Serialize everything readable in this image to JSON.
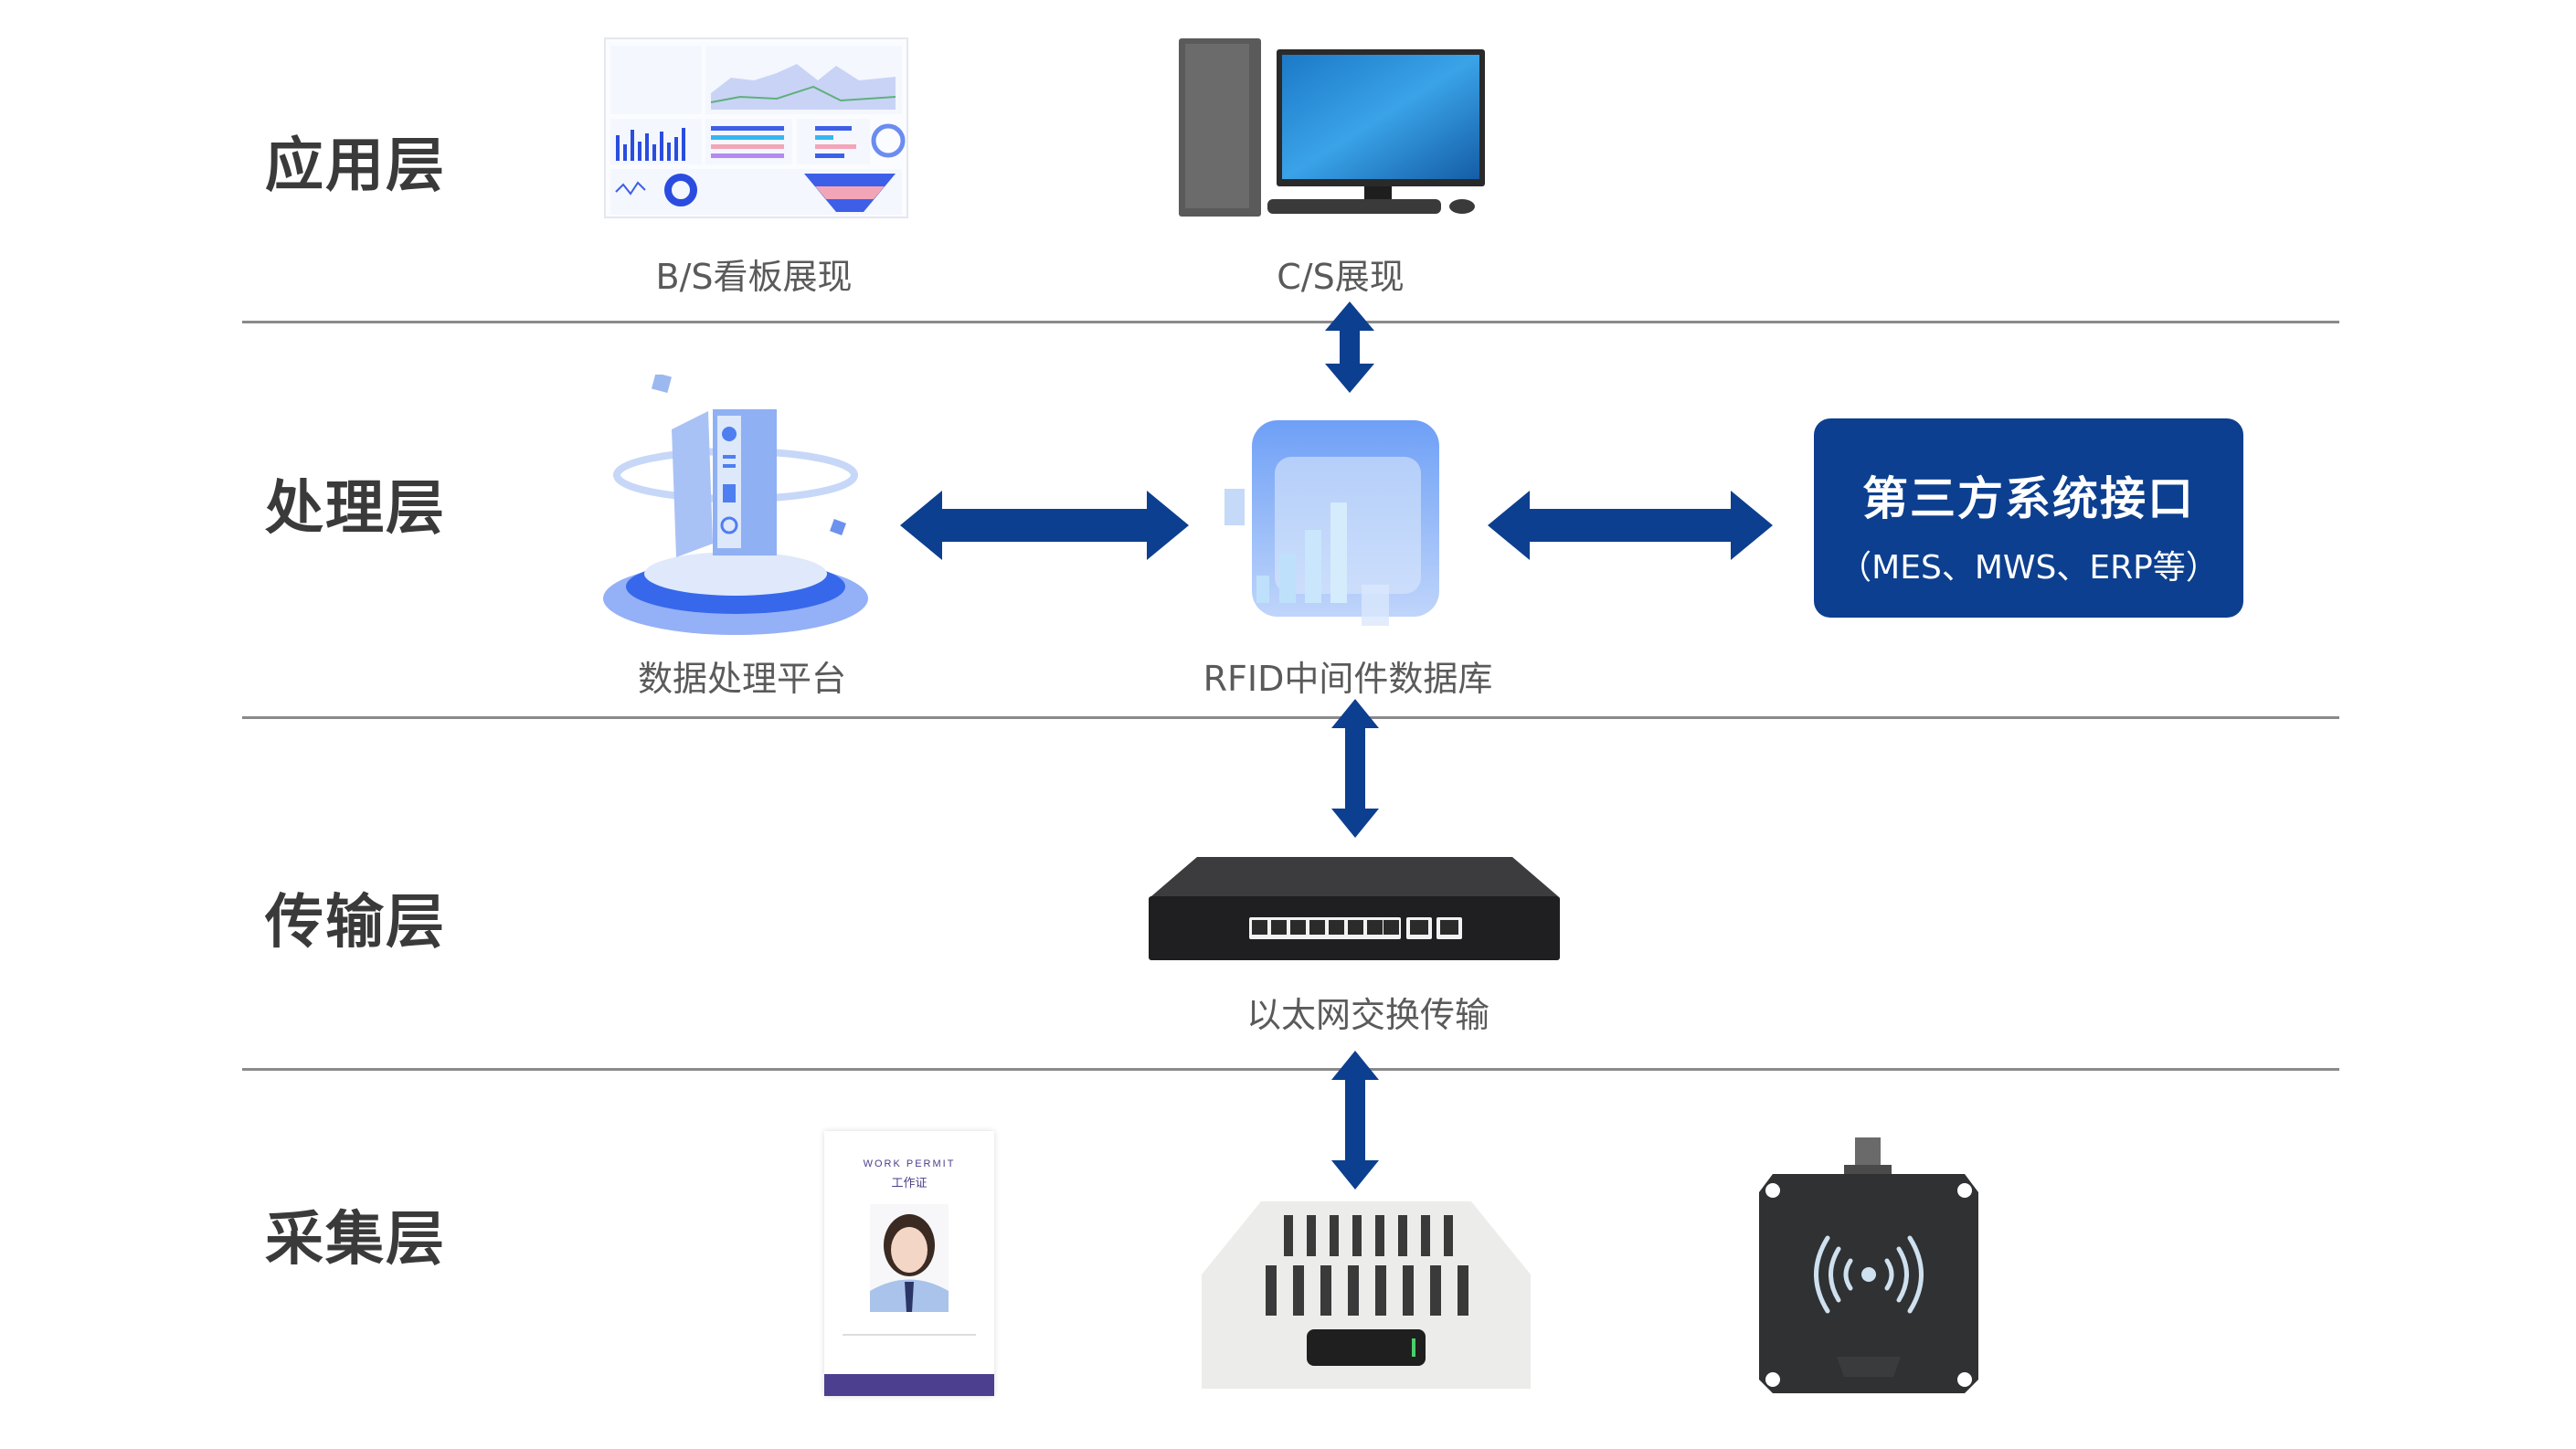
{
  "colors": {
    "accent": "#0c3f8f",
    "separator": "#8a8a8a",
    "label_text": "#3a3a3a",
    "caption_text": "#5a5a5a"
  },
  "layers": [
    {
      "label": "应用层"
    },
    {
      "label": "处理层"
    },
    {
      "label": "传输层"
    },
    {
      "label": "采集层"
    }
  ],
  "application": {
    "bs_caption": "B/S看板展现",
    "cs_caption": "C/S展现"
  },
  "processing": {
    "platform_caption": "数据处理平台",
    "middleware_caption": "RFID中间件数据库",
    "third_party": {
      "title": "第三方系统接口",
      "subtitle": "（MES、MWS、ERP等）"
    }
  },
  "transport": {
    "switch_caption": "以太网交换传输"
  },
  "collection": {
    "badge": {
      "header_en": "WORK PERMIT",
      "header_cn": "工作证"
    },
    "devices": [
      "work-permit-rfid-card",
      "rfid-gateway",
      "rfid-reader-antenna"
    ]
  }
}
